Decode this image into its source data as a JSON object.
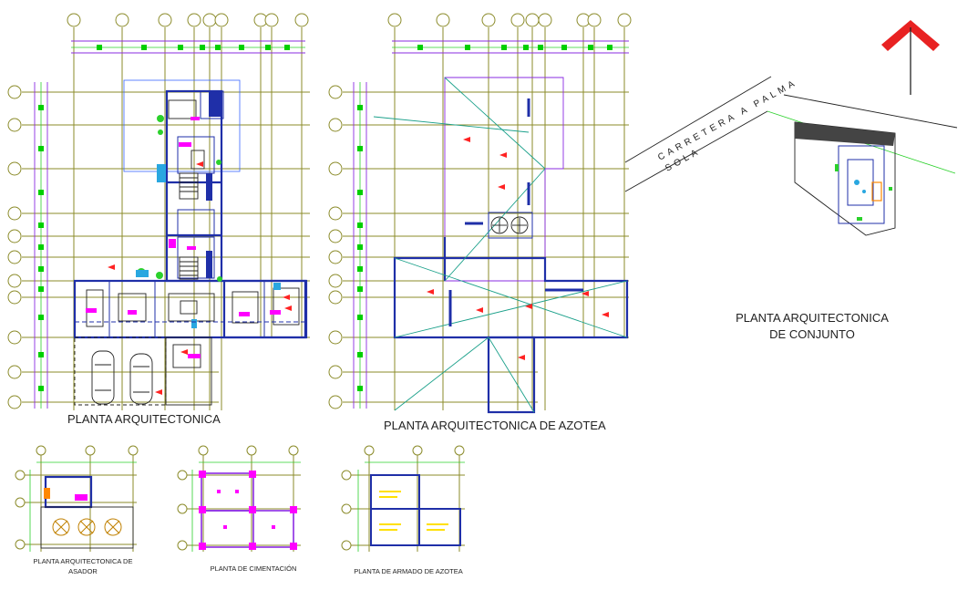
{
  "drawing": {
    "labels": {
      "main_plan": "PLANTA ARQUITECTONICA",
      "roof_plan": "PLANTA ARQUITECTONICA DE AZOTEA",
      "site_plan_line1": "PLANTA ARQUITECTONICA",
      "site_plan_line2": "DE CONJUNTO",
      "bbq_plan_line1": "PLANTA ARQUITECTONICA DE",
      "bbq_plan_line2": "ASADOR",
      "foundation_plan": "PLANTA DE CIMENTACIÓN",
      "roof_frame_plan": "PLANTA DE ARMADO DE AZOTEA",
      "road_line1": "CARRETERA A PALMA",
      "road_line2": "SOLA"
    },
    "colors": {
      "grid_green": "#2bd12b",
      "grid_blue": "#3a66ff",
      "wall_blue": "#1f2fa8",
      "purple": "#8a2be2",
      "magenta": "#ff00ff",
      "teal": "#1aa08a",
      "north_arrow": "#e82222"
    },
    "icons": [
      "north-arrow-icon",
      "car-icon",
      "tree-icon",
      "stair-icon",
      "axis-bubble-icon"
    ]
  }
}
